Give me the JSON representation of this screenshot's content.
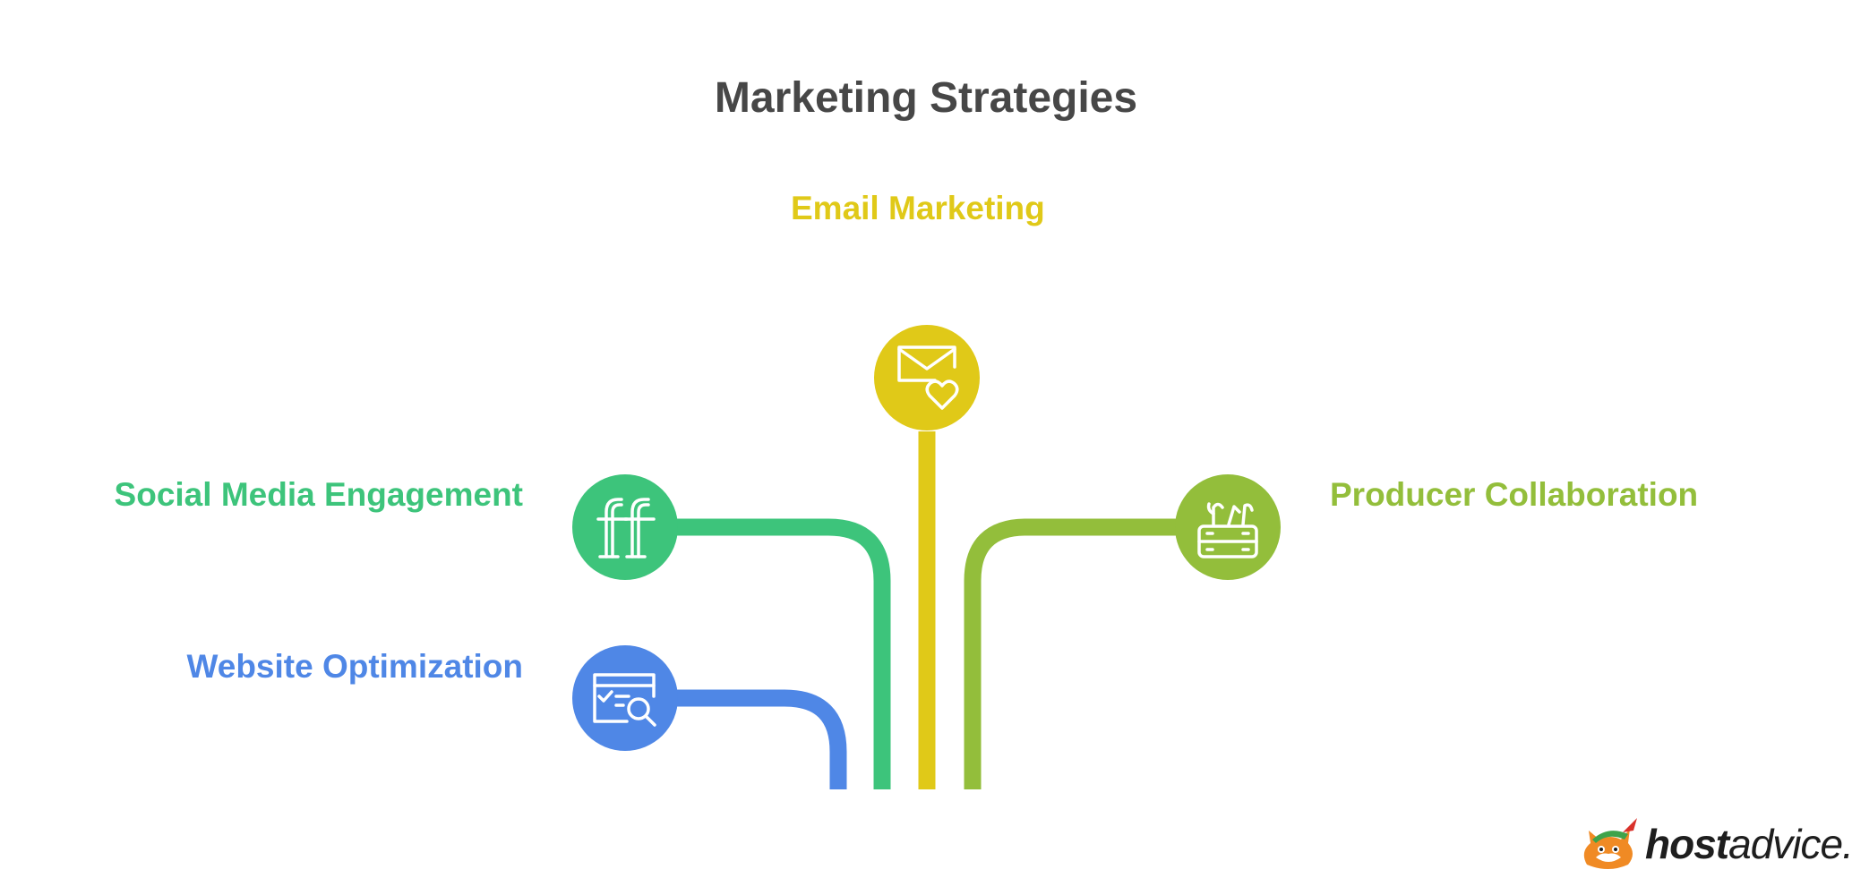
{
  "title": "Marketing Strategies",
  "branches": [
    {
      "key": "email",
      "label": "Email Marketing",
      "color": "#e0c918",
      "icon": "envelope-heart-icon"
    },
    {
      "key": "social",
      "label": "Social Media Engagement",
      "color": "#3dc47b",
      "icon": "social-ff-icon"
    },
    {
      "key": "producer",
      "label": "Producer Collaboration",
      "color": "#93be3b",
      "icon": "crate-sprout-icon"
    },
    {
      "key": "website",
      "label": "Website Optimization",
      "color": "#4f87e6",
      "icon": "browser-search-icon"
    }
  ],
  "logo": {
    "bold": "host",
    "regular": "advice.",
    "icon": "fox-mascot-icon"
  }
}
